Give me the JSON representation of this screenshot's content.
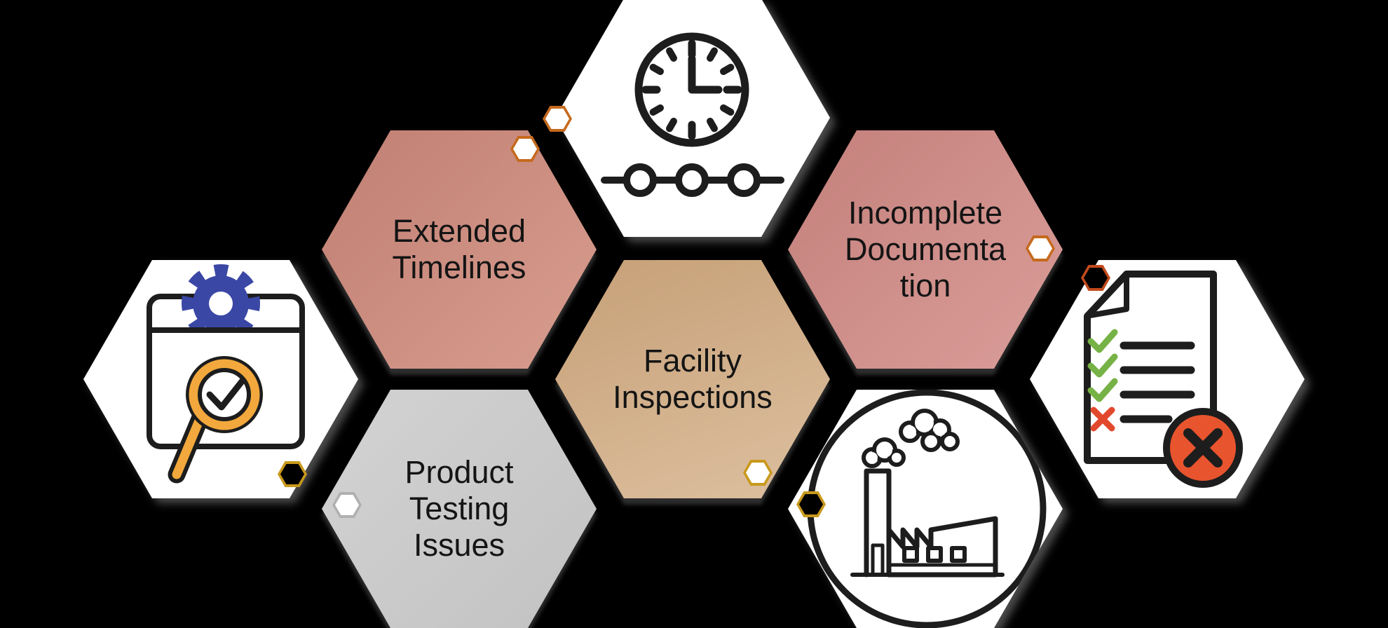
{
  "hexes": {
    "extended_timelines": {
      "label": "Extended Timelines",
      "lines": [
        "Extended",
        "Timelines"
      ],
      "fill": "salmon"
    },
    "incomplete_documentation": {
      "label": "Incomplete Documentation",
      "lines": [
        "Incomplete",
        "Documenta",
        "tion"
      ],
      "fill": "pink"
    },
    "facility_inspections": {
      "label": "Facility Inspections",
      "lines": [
        "Facility",
        "Inspections"
      ],
      "fill": "tan"
    },
    "product_testing_issues": {
      "label": "Product Testing Issues",
      "lines": [
        "Product",
        "Testing",
        "Issues"
      ],
      "fill": "gray"
    },
    "clock_hex": {
      "icon": "clock-timeline-icon",
      "fill": "white"
    },
    "inspection_tools_hex": {
      "icon": "gear-magnifier-check-icon",
      "fill": "white"
    },
    "factory_hex": {
      "icon": "factory-icon",
      "fill": "white"
    },
    "document_errors_hex": {
      "icon": "document-checklist-error-icon",
      "fill": "white"
    }
  },
  "accents": [
    {
      "name": "accent-hex-clock-left",
      "border": "orange",
      "fill": "white"
    },
    {
      "name": "accent-hex-extended-top-right",
      "border": "orange",
      "fill": "white"
    },
    {
      "name": "accent-hex-incomplete-right",
      "border": "orange",
      "fill": "white"
    },
    {
      "name": "accent-hex-document-top-left",
      "border": "redorange",
      "fill": "dark"
    },
    {
      "name": "accent-hex-inspection-bottom-right",
      "border": "gold",
      "fill": "dark"
    },
    {
      "name": "accent-hex-facility-bottom-right",
      "border": "gold",
      "fill": "white"
    },
    {
      "name": "accent-hex-facility-factory-gap",
      "border": "gold",
      "fill": "dark"
    },
    {
      "name": "accent-hex-product-left",
      "border": "lightgray",
      "fill": "white"
    }
  ],
  "colors": {
    "bg": "#000000",
    "text": "#141414",
    "icon-ink": "#1d1d1d",
    "salmon-1": "#c07f73",
    "salmon-2": "#d89d8e",
    "pink-1": "#c4807b",
    "pink-2": "#da9d99",
    "tan-1": "#c6a077",
    "tan-2": "#ddbf9f",
    "gray-1": "#c2c2c2",
    "gray-2": "#d3d3d3",
    "white-hex": "#ffffff",
    "orange-border": "#c56a1e",
    "redorange-border": "#c24a1c",
    "gold-border": "#c8991c",
    "lightgray-border": "#b0b0b0",
    "gear-blue": "#3a47a5",
    "magnifier-orange": "#f2a83c",
    "check-green": "#76b245",
    "x-red": "#e2492c",
    "error-circle": "#e8542e"
  }
}
